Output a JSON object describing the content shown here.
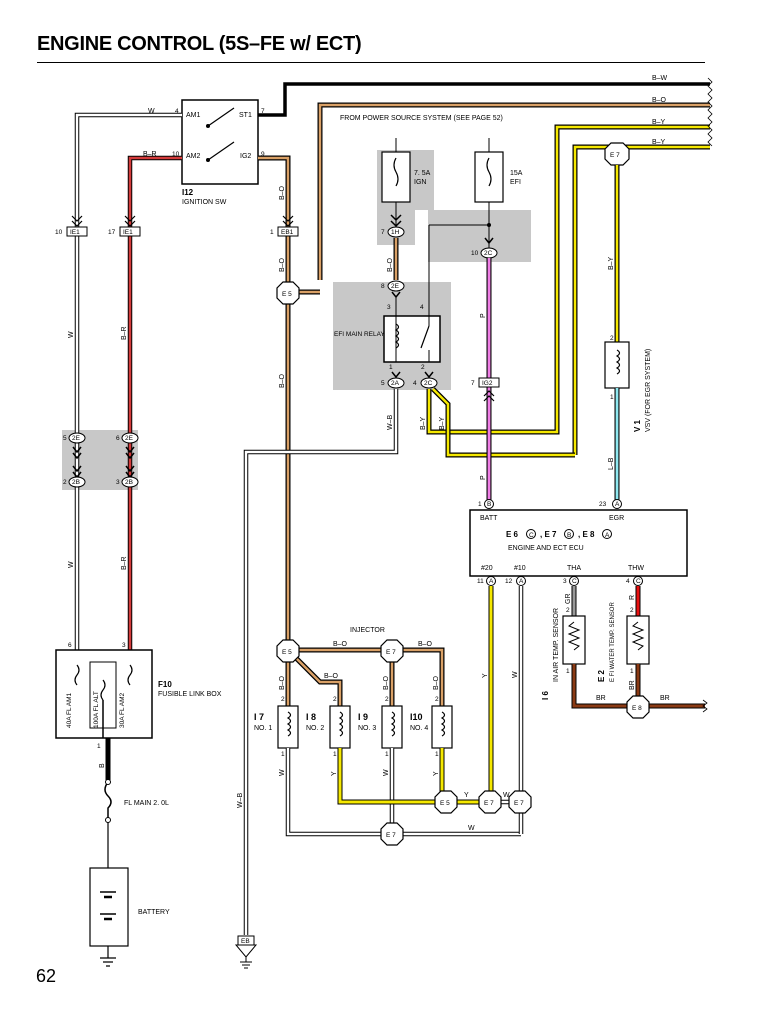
{
  "header": {
    "title": "ENGINE CONTROL (5S–FE w/ ECT)",
    "page_number": "62"
  },
  "colors": {
    "wire_black": "#000000",
    "wire_white": "#ffffff",
    "wire_orange": "#d9a066",
    "wire_red": "#d43b3b",
    "wire_yellow": "#f5e800",
    "wire_pink": "#f07ee6",
    "wire_blue": "#8fe8f0",
    "wire_gray": "#999999",
    "wire_brown": "#8a3a14",
    "shade": "#c8c8c8"
  },
  "right_edge_wires": [
    "B–W",
    "B–O",
    "B–Y",
    "B–Y"
  ],
  "ignition_switch": {
    "code": "I12",
    "name": "IGNITION SW",
    "terminals": {
      "am1": "AM1",
      "am2": "AM2",
      "st1": "ST1",
      "ig2": "IG2"
    },
    "pins": {
      "am1": "4",
      "am2": "10",
      "st1": "7",
      "ig2": "9"
    },
    "wire_am1": "W",
    "wire_am2": "B–R",
    "wire_ig2": "B–O"
  },
  "power_note": "FROM POWER SOURCE SYSTEM (SEE PAGE 52)",
  "fuses": [
    {
      "rating": "7. 5A",
      "name": "IGN"
    },
    {
      "rating": "15A",
      "name": "EFI"
    }
  ],
  "connectors": {
    "ie1_left": "IE1",
    "ie1_left_pin": "10",
    "ie1_right": "IE1",
    "ie1_right_pin": "17",
    "eb1": "EB1",
    "eb1_pin": "1",
    "c1h": "1H",
    "c1h_pin": "7",
    "c2c_top": "2C",
    "c2c_top_pin": "10",
    "c2e_relay": "2E",
    "c2e_relay_pin": "8",
    "c2e_left": "2E",
    "c2e_left_pin": "5",
    "c2e_right": "2E",
    "c2e_right_pin": "6",
    "c2b_left": "2B",
    "c2b_left_pin": "2",
    "c2b_right": "2B",
    "c2b_right_pin": "3",
    "c2a": "2A",
    "c2a_pin": "5",
    "c2c_relay": "2C",
    "c2c_relay_pin": "4",
    "ig2": "IG2",
    "ig2_pin": "7"
  },
  "junctions": {
    "e5": "E 5",
    "e7": "E 7",
    "e8": "E 8",
    "eb": "EB"
  },
  "relay": {
    "name": "EFI MAIN RELAY",
    "pins": {
      "p3": "3",
      "p4": "4",
      "p1": "1",
      "p2": "2"
    }
  },
  "wire_labels": {
    "w": "W",
    "b_r": "B–R",
    "b_o": "B–O",
    "b_y": "B–Y",
    "w_b": "W–B",
    "p": "P",
    "y": "Y",
    "l_b": "L–B",
    "gr": "GR",
    "r": "R",
    "br": "BR",
    "b": "B"
  },
  "vsv": {
    "code": "V 1",
    "name": "VSV (FOR EGR SYSTEM)",
    "pin_top": "2",
    "pin_bottom": "1"
  },
  "ecu": {
    "title_parts": [
      "E 6",
      "C",
      ", E 7",
      "B",
      ", E 8",
      "A"
    ],
    "name": "ENGINE AND ECT ECU",
    "top_terminals": [
      {
        "pin": "1",
        "conn": "B",
        "label": "BATT"
      },
      {
        "pin": "23",
        "conn": "A",
        "label": "EGR"
      }
    ],
    "bottom_terminals": [
      {
        "pin": "11",
        "conn": "A",
        "label": "#20"
      },
      {
        "pin": "12",
        "conn": "A",
        "label": "#10"
      },
      {
        "pin": "3",
        "conn": "C",
        "label": "THA"
      },
      {
        "pin": "4",
        "conn": "C",
        "label": "THW"
      }
    ]
  },
  "injector_label": "INJECTOR",
  "injectors": [
    {
      "code": "I 7",
      "name": "NO. 1"
    },
    {
      "code": "I 8",
      "name": "NO. 2"
    },
    {
      "code": "I 9",
      "name": "NO. 3"
    },
    {
      "code": "I10",
      "name": "NO. 4"
    }
  ],
  "injector_pins": {
    "top": "2",
    "bottom": "1"
  },
  "sensors": [
    {
      "code": "I 6",
      "name": "IN AIR TEMP. SENSOR",
      "pin_top": "2",
      "pin_bottom": "1"
    },
    {
      "code": "E 2",
      "name": "E FI WATER TEMP. SENSOR",
      "pin_top": "2",
      "pin_bottom": "1"
    }
  ],
  "fusible_link_box": {
    "code": "F10",
    "name": "FUSIBLE LINK BOX",
    "links": [
      "40A FL AM1",
      "100A FL ALT",
      "30A FL AM2"
    ],
    "pin_left": "6",
    "pin_right": "3",
    "pin_bottom": "1"
  },
  "fl_main": "FL MAIN 2. 0L",
  "battery": "BATTERY"
}
